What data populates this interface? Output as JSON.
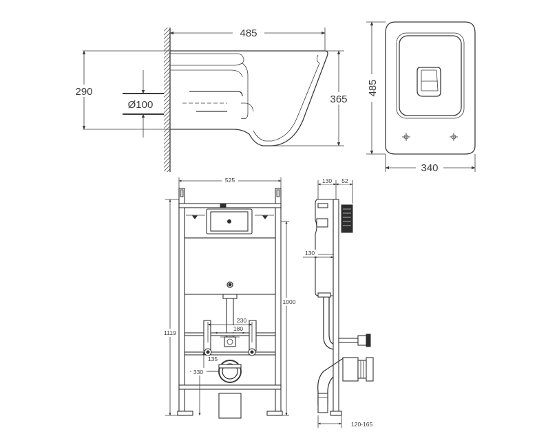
{
  "toilet_side": {
    "width": "485",
    "mount_height": "290",
    "pipe_diameter": "Ø100",
    "bowl_height": "365"
  },
  "toilet_top": {
    "depth": "485",
    "width": "340"
  },
  "frame_front": {
    "width": "525",
    "total_height": "1119",
    "cistern_height": "1000",
    "stud_spacing_outer": "230",
    "stud_spacing_inner": "180",
    "drain_offset": "135",
    "drain_height": "330"
  },
  "frame_side": {
    "button_depth": "130",
    "plate_depth": "52",
    "cistern_offset": "130",
    "wall_depth": "120-165"
  }
}
